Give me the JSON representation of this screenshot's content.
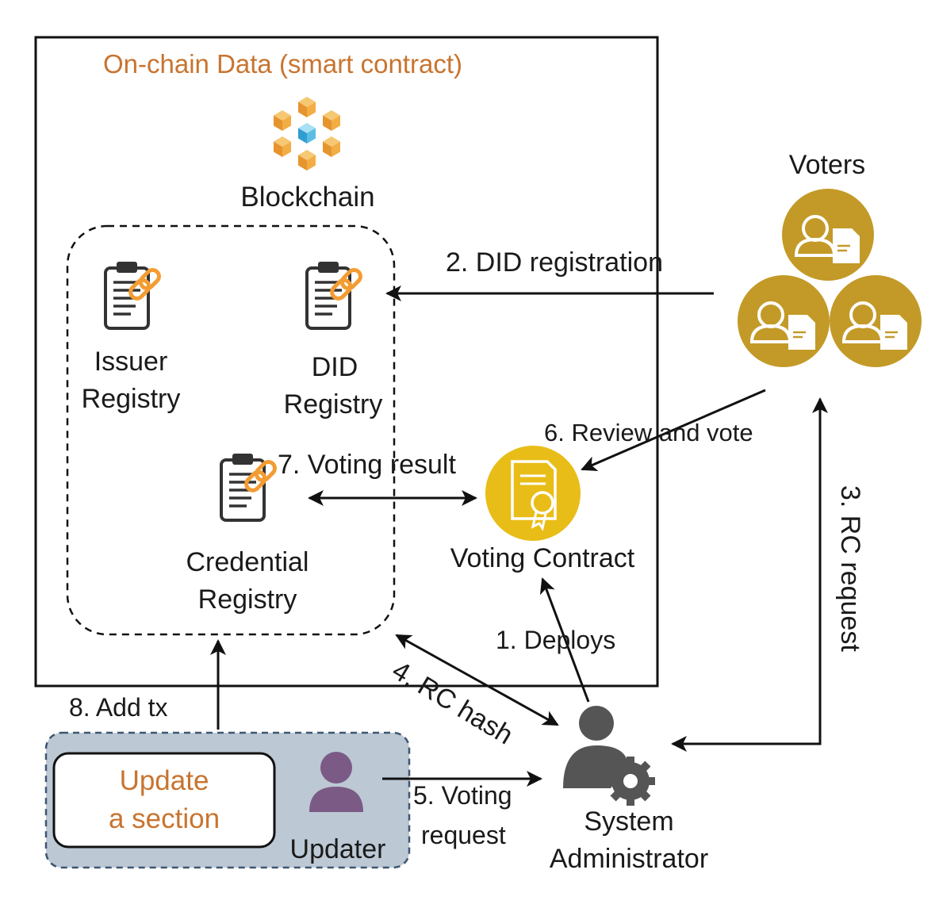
{
  "colors": {
    "title": "#c8742f",
    "voter_gold": "#c39a28",
    "contract_yellow": "#e9bd18",
    "admin_gray": "#555555",
    "updater_purple": "#7b5a86",
    "updater_panel": "#bcc8d4",
    "chain_orange": "#f39c33"
  },
  "title": "On-chain Data (smart contract)",
  "blockchain": {
    "label": "Blockchain",
    "icon": "blockchain-cubes-icon"
  },
  "registries": {
    "issuer": {
      "line1": "Issuer",
      "line2": "Registry",
      "icon": "clipboard-link-icon"
    },
    "did": {
      "line1": "DID",
      "line2": "Registry",
      "icon": "clipboard-link-icon"
    },
    "credential": {
      "line1": "Credential",
      "line2": "Registry",
      "icon": "clipboard-link-icon"
    }
  },
  "voting_contract": {
    "label": "Voting Contract",
    "icon": "certificate-icon"
  },
  "voters": {
    "label": "Voters",
    "icon": "user-document-icon"
  },
  "admin": {
    "line1": "System",
    "line2": "Administrator",
    "icon": "user-gear-icon"
  },
  "updater": {
    "label": "Updater",
    "icon": "user-icon",
    "action_line1": "Update",
    "action_line2": "a section"
  },
  "steps": {
    "s1": "1. Deploys",
    "s2": "2. DID registration",
    "s3": "3. RC request",
    "s4": "4. RC hash",
    "s5_line1": "5. Voting",
    "s5_line2": "request",
    "s6": "6. Review and vote",
    "s7": "7. Voting result",
    "s8": "8. Add tx"
  }
}
